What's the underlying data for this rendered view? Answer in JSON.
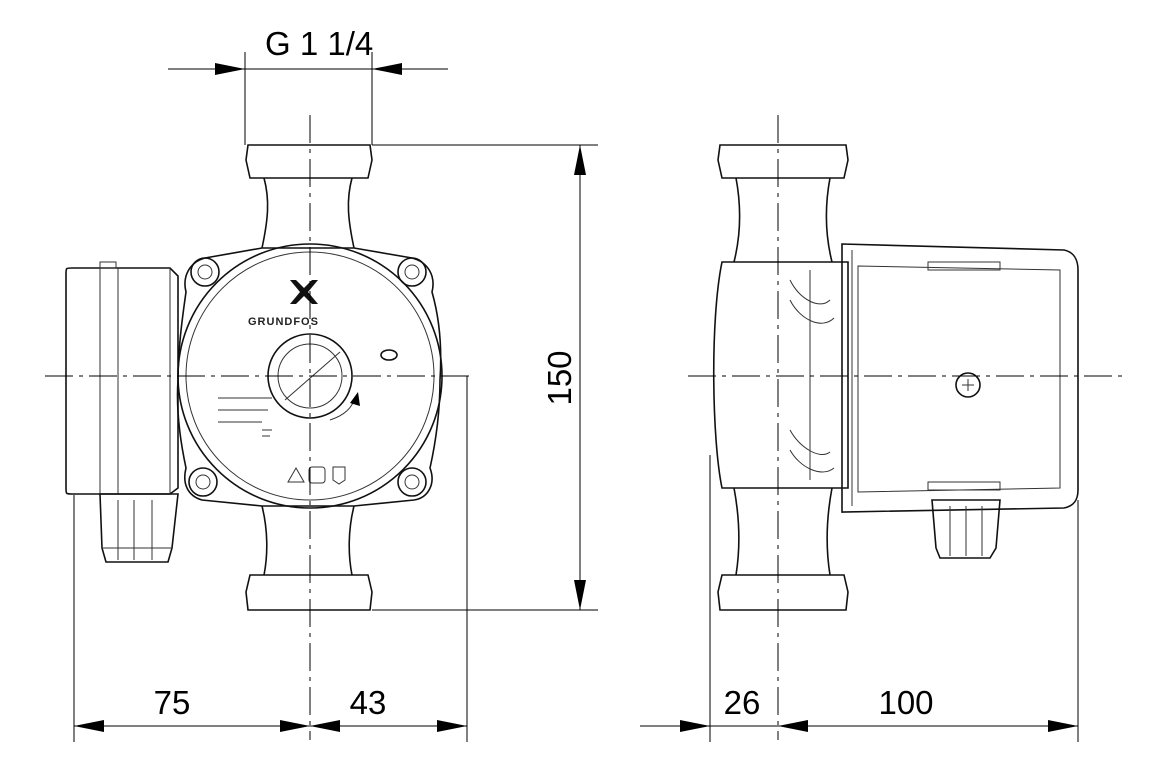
{
  "dimensions": {
    "thread": "G 1 1/4",
    "height": "150",
    "left_width": "75",
    "right_width": "43",
    "side_offset": "26",
    "side_depth": "100"
  },
  "logo": {
    "brand": "GRUNDFOS"
  },
  "colors": {
    "line": "#000000",
    "background": "#ffffff"
  }
}
